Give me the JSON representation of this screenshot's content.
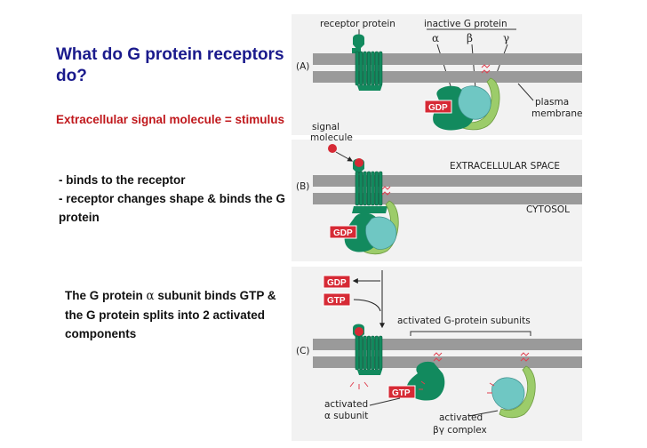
{
  "left_text": {
    "title": "What do G protein receptors do?",
    "stimulus": "Extracellular signal molecule = stimulus",
    "bullet_1": "- binds to the receptor",
    "bullet_2": "- receptor changes shape & binds the G protein",
    "para_part1": "The G protein ",
    "para_alpha": "α",
    "para_part2": " subunit binds GTP & the G protein splits into 2 activated components"
  },
  "panel_a": {
    "tag": "(A)",
    "receptor_label": "receptor protein",
    "inactive_label": "inactive G protein",
    "alpha": "α",
    "beta": "β",
    "gamma": "γ",
    "membrane_label_1": "plasma",
    "membrane_label_2": "membrane",
    "gdp": "GDP"
  },
  "panel_b": {
    "tag": "(B)",
    "signal_label_1": "signal",
    "signal_label_2": "molecule",
    "extracellular": "EXTRACELLULAR SPACE",
    "cytosol": "CYTOSOL",
    "gdp": "GDP"
  },
  "panel_c": {
    "tag": "(C)",
    "gdp": "GDP",
    "gtp_top": "GTP",
    "activated_label": "activated G-protein subunits",
    "gtp_bottom": "GTP",
    "alpha_label_1": "activated",
    "alpha_label_2": "α subunit",
    "bg_label_1": "activated",
    "bg_label_2": "βγ complex"
  },
  "colors": {
    "title": "#1a1a8c",
    "stimulus": "#c0181c",
    "receptor": "#128a5e",
    "alpha_subunit": "#128a5e",
    "beta_subunit": "#6fc7c3",
    "gamma_subunit": "#9ccc6a",
    "membrane": "#9a9a9a",
    "badge": "#d62a35"
  }
}
